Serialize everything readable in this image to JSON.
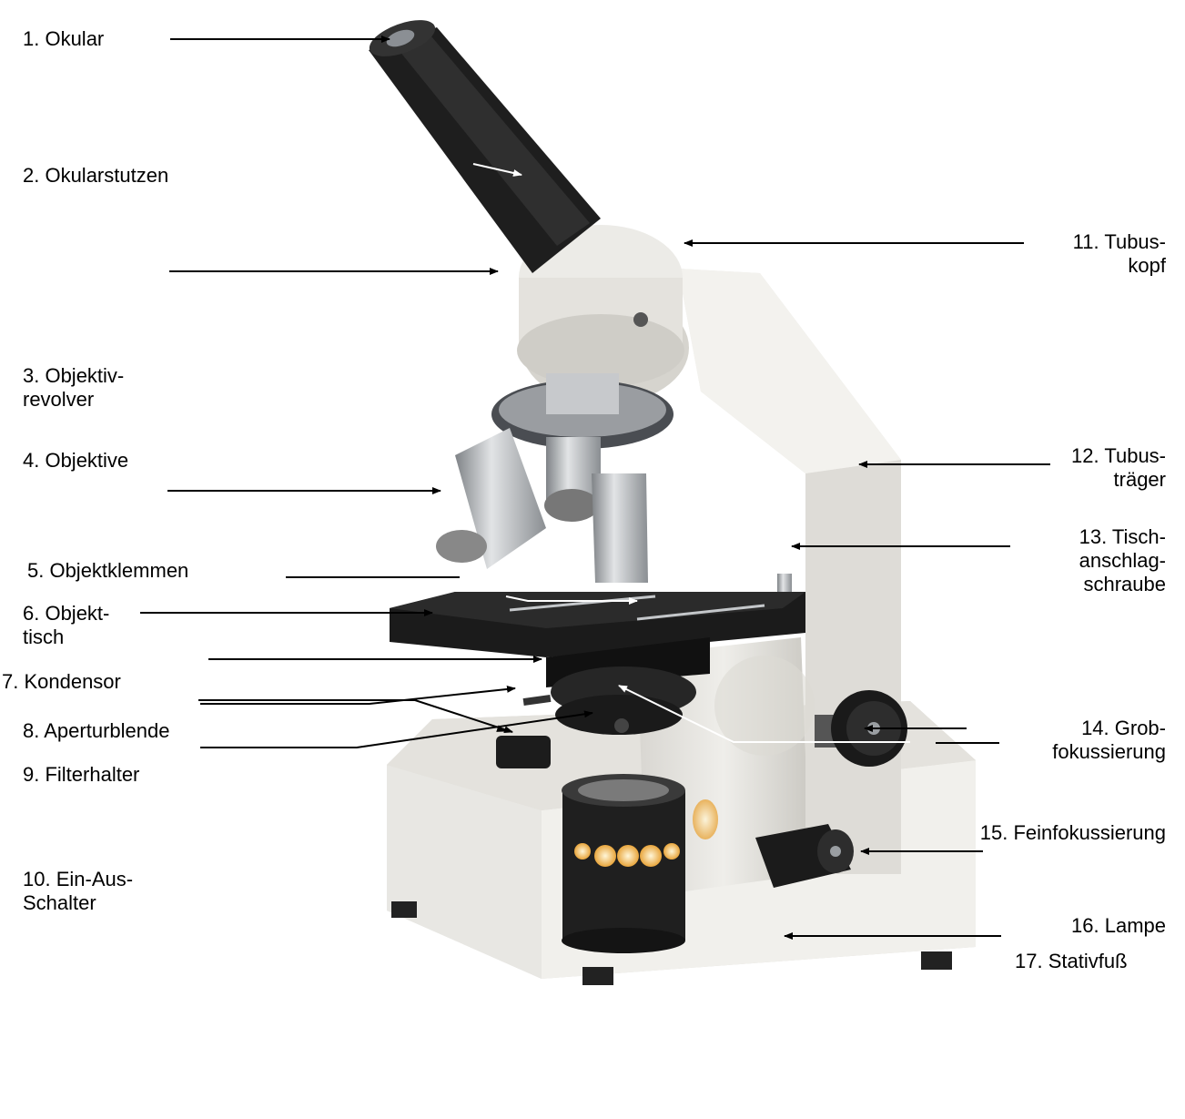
{
  "labels": {
    "l1": "1. Okular",
    "l2": "2. Okularstutzen",
    "l3": "3. Objektiv-\nrevolver",
    "l4": "4. Objektive",
    "l5": "5. Objektklemmen",
    "l6": "6. Objekt-\ntisch",
    "l7": "7. Kondensor",
    "l8": "8. Aperturblende",
    "l9": "9. Filterhalter",
    "l10": "10. Ein-Aus-\nSchalter",
    "l11": "11. Tubus-\nkopf",
    "l12": "12. Tubus-\nträger",
    "l13": "13. Tisch-\nanschlag-\nschraube",
    "l14": "14. Grob-\nfokussierung",
    "l15": "15. Feinfokussierung",
    "l16": "16. Lampe",
    "l17": "17.  Stativfuß"
  },
  "colors": {
    "body": "#e9e8e4",
    "body_shade": "#cfcdc7",
    "dark": "#1c1c1c",
    "metal": "#b9bcbf",
    "lamp_glow": "#f7d27a",
    "line": "#000000"
  }
}
